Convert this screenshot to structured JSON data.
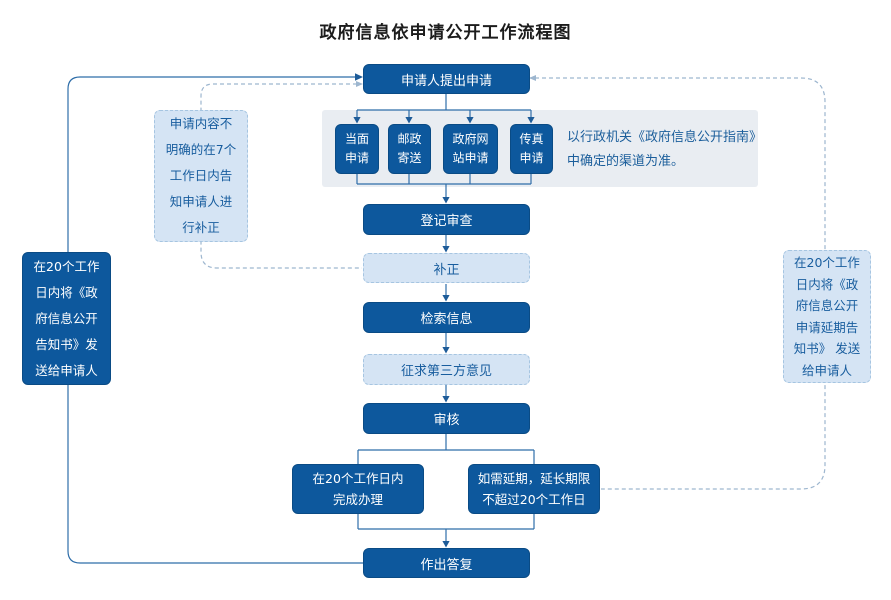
{
  "title": "政府信息依申请公开工作流程图",
  "flow": {
    "start": "申请人提出申请",
    "channels": [
      {
        "label": "当面\n申请"
      },
      {
        "label": "邮政\n寄送"
      },
      {
        "label": "政府网\n站申请"
      },
      {
        "label": "传真\n申请"
      }
    ],
    "channel_note": "以行政机关《政府信息公开指南》\n中确定的渠道为准。",
    "register": "登记审查",
    "correction": "补正",
    "search": "检索信息",
    "third_party": "征求第三方意见",
    "review": "审核",
    "complete": "在20个工作日内\n完成办理",
    "extend": "如需延期，延长期限\n不超过20个工作日",
    "reply": "作出答复"
  },
  "notes": {
    "reply_notice": "在20个工作\n日内将《政\n府信息公开\n告知书》发\n送给申请人",
    "correction_notice": "申请内容不\n明确的在7个\n工作日内告\n知申请人进\n行补正",
    "extension_notice": "在20个工作\n日内将《政\n府信息公开\n申请延期告\n知书》 发送\n给申请人"
  },
  "colors": {
    "primary_blue": "#0d589d",
    "light_blue_fill": "#d5e4f4",
    "dashed_border": "#a6c5e1",
    "panel_gray": "#e9edf2",
    "solid_line": "#2f6ea9",
    "dashed_line": "#9db6cf",
    "note_text": "#185d9e"
  }
}
